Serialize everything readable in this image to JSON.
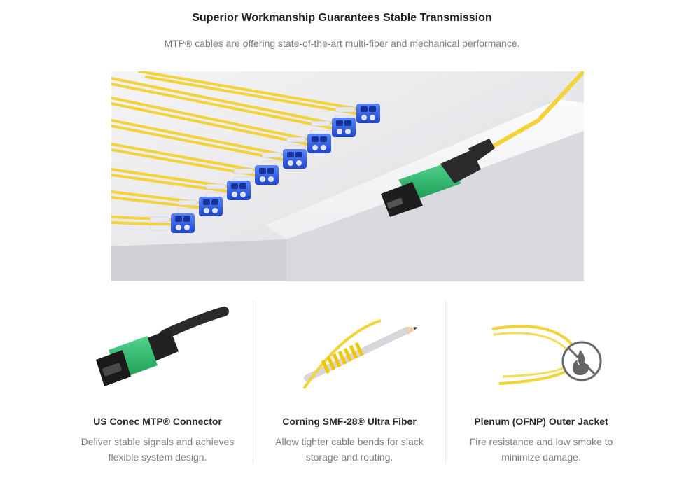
{
  "header": {
    "title": "Superior Workmanship Guarantees Stable Transmission",
    "subtitle": "MTP® cables are offering state-of-the-art multi-fiber and mechanical performance."
  },
  "hero": {
    "icon": "mtp-lc-breakout-cable-photo"
  },
  "features": [
    {
      "icon": "mtp-connector-photo",
      "title": "US Conec MTP® Connector",
      "desc_line1": "Deliver stable signals and achieves",
      "desc_line2": "flexible system design."
    },
    {
      "icon": "fiber-bend-around-pencil-photo",
      "title": "Corning SMF-28® Ultra Fiber",
      "desc_line1": "Allow tighter cable bends for slack",
      "desc_line2": "storage and routing."
    },
    {
      "icon": "no-fire-icon",
      "title": "Plenum (OFNP) Outer Jacket",
      "desc_line1": "Fire resistance and low smoke to",
      "desc_line2": "minimize damage."
    }
  ],
  "colors": {
    "fiber_yellow": "#f3d23a",
    "lc_blue": "#2f5fe0",
    "mtp_green": "#2fb36a",
    "title_text": "#222222",
    "body_text": "#7a7a7a"
  }
}
